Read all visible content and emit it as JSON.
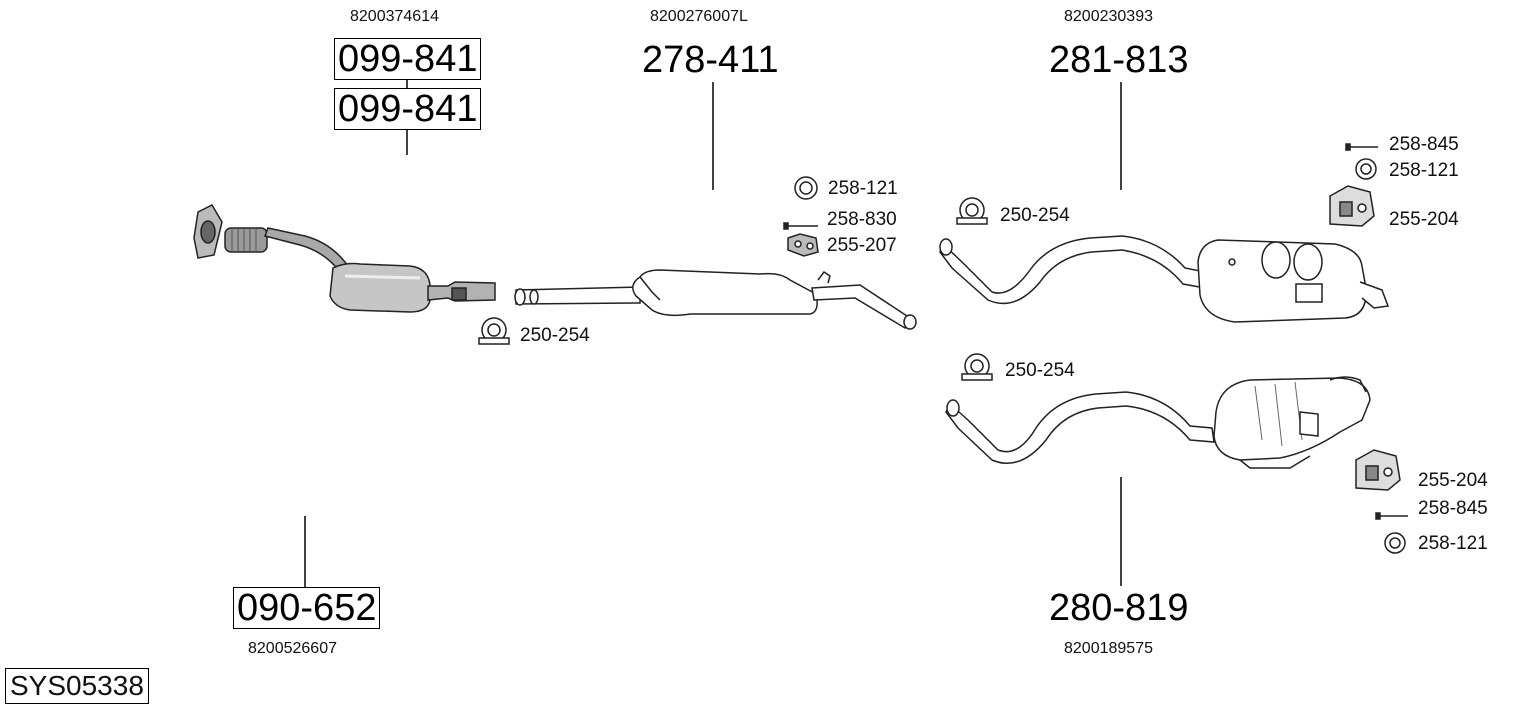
{
  "system_code": "SYS05338",
  "parts": {
    "front_pipe": {
      "oem": "8200374614",
      "code_upper": "099-841",
      "code_lower": "099-841"
    },
    "catalyst": {
      "code": "090-652",
      "oem": "8200526607"
    },
    "middle_muffler": {
      "oem": "8200276007L",
      "code": "278-411"
    },
    "rear_muffler_a": {
      "oem": "8200230393",
      "code": "281-813"
    },
    "rear_muffler_b": {
      "code": "280-819",
      "oem": "8200189575"
    }
  },
  "fittings": {
    "clamp_catalyst": "250-254",
    "ring_middle": "258-121",
    "bolt_middle": "258-830",
    "hanger_middle": "255-207",
    "clamp_rear_a": "250-254",
    "bolt_rear_a": "258-845",
    "ring_rear_a": "258-121",
    "hanger_rear_a": "255-204",
    "clamp_rear_b": "250-254",
    "hanger_rear_b": "255-204",
    "bolt_rear_b": "258-845",
    "ring_rear_b": "258-121"
  }
}
